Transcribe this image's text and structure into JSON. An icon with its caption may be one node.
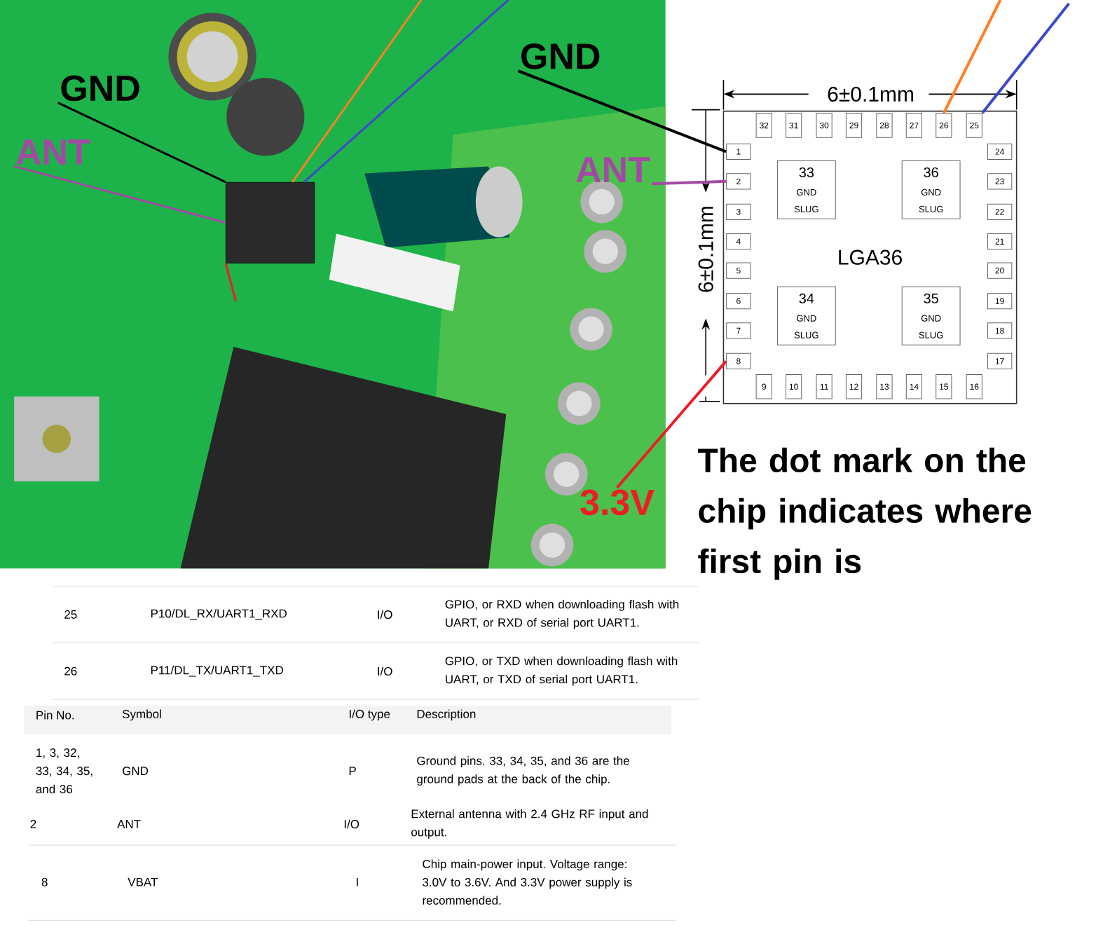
{
  "diagram": {
    "nodes": [
      {
        "text": [],
        "shape": "picture"
      },
      {
        "text": [],
        "shape": "box",
        "in": 0
      },
      {
        "text": [
          "GND"
        ],
        "in": 0
      },
      {
        "text": [
          "ANT"
        ],
        "in": 0
      },
      {
        "text": [
          "GND"
        ],
        "in": 0
      },
      {
        "text": [
          "ANT"
        ],
        "in": 0
      },
      {
        "text": [
          "3.3V"
        ],
        "in": 0
      },
      {
        "text": [
          "LGA36"
        ]
      },
      {
        "text": [
          "1"
        ],
        "in": 7
      },
      {
        "text": [
          "2"
        ],
        "in": 7
      },
      {
        "text": [
          "3"
        ],
        "in": 7
      },
      {
        "text": [
          "4"
        ],
        "in": 7
      },
      {
        "text": [
          "5"
        ],
        "in": 7
      },
      {
        "text": [
          "6"
        ],
        "in": 7
      },
      {
        "text": [
          "7"
        ],
        "in": 7
      },
      {
        "text": [
          "8"
        ],
        "in": 7
      },
      {
        "text": [
          "9"
        ],
        "in": 7
      },
      {
        "text": [
          "10"
        ],
        "in": 7
      },
      {
        "text": [
          "11"
        ],
        "in": 7
      },
      {
        "text": [
          "12"
        ],
        "in": 7
      },
      {
        "text": [
          "13"
        ],
        "in": 7
      },
      {
        "text": [
          "14"
        ],
        "in": 7
      },
      {
        "text": [
          "15"
        ],
        "in": 7
      },
      {
        "text": [
          "16"
        ],
        "in": 7
      },
      {
        "text": [
          "17"
        ],
        "in": 7
      },
      {
        "text": [
          "18"
        ],
        "in": 7
      },
      {
        "text": [
          "19"
        ],
        "in": 7
      },
      {
        "text": [
          "20"
        ],
        "in": 7
      },
      {
        "text": [
          "21"
        ],
        "in": 7
      },
      {
        "text": [
          "22"
        ],
        "in": 7
      },
      {
        "text": [
          "23"
        ],
        "in": 7
      },
      {
        "text": [
          "24"
        ],
        "in": 7
      },
      {
        "text": [
          "25"
        ],
        "in": 7
      },
      {
        "text": [
          "26"
        ],
        "in": 7
      },
      {
        "text": [
          "27"
        ],
        "in": 7
      },
      {
        "text": [
          "28"
        ],
        "in": 7
      },
      {
        "text": [
          "29"
        ],
        "in": 7
      },
      {
        "text": [
          "30"
        ],
        "in": 7
      },
      {
        "text": [
          "31"
        ],
        "in": 7
      },
      {
        "text": [
          "32"
        ],
        "in": 7
      },
      {
        "text": [
          "33",
          "GND SLUG"
        ],
        "in": 7
      },
      {
        "text": [
          "34",
          "GND SLUG"
        ],
        "in": 7
      },
      {
        "text": [
          "35",
          "GND SLUG"
        ],
        "in": 7
      },
      {
        "text": [
          "36",
          "GND SLUG"
        ],
        "in": 7
      }
    ],
    "edges": [
      {
        "from": 2,
        "to": 1,
        "arrow": "none",
        "color": "#000000"
      },
      {
        "from": 4,
        "to": 8,
        "arrow": "none",
        "color": "#000000"
      },
      {
        "from": 3,
        "to": 1,
        "arrow": "none",
        "color": "#a349a4"
      },
      {
        "from": 5,
        "to": 9,
        "arrow": "none",
        "color": "#a349a4"
      },
      {
        "from": null,
        "to": 1,
        "arrow": "none",
        "color": "#ff7f27"
      },
      {
        "from": null,
        "to": 33,
        "arrow": "none",
        "color": "#ff7f27"
      },
      {
        "from": null,
        "to": 1,
        "arrow": "none",
        "color": "#3f48cc"
      },
      {
        "from": null,
        "to": 32,
        "arrow": "none",
        "color": "#3f48cc"
      },
      {
        "from": 6,
        "to": 15,
        "arrow": "none",
        "color": "#ed1c24"
      },
      {
        "from": 1,
        "to": null,
        "arrow": "none",
        "color": "#ed1c24"
      }
    ],
    "labels": [
      "6±0.1mm",
      "6±0.1mm",
      "The dot mark on the chip indicates where first pin is",
      "25",
      "P10/DL_RX/UART1_RXD",
      "I/O",
      "GPIO, or RXD when downloading flash with UART, or RXD of serial port UART1.",
      "26",
      "P11/DL_TX/UART1_TXD",
      "I/O",
      "GPIO, or TXD when downloading flash with UART, or TXD of serial port UART1.",
      "Pin No.",
      "Symbol",
      "I/O type",
      "Description",
      "1, 3, 32, 33, 34, 35, and 36",
      "GND",
      "P",
      "Ground pins. 33, 34, 35, and 36 are the ground pads at the back of the chip.",
      "2",
      "ANT",
      "I/O",
      "External antenna with 2.4 GHz RF input and output.",
      "8",
      "VBAT",
      "I",
      "Chip main-power input. Voltage range: 3.0V to 3.6V. And 3.3V power supply is recommended."
    ]
  }
}
